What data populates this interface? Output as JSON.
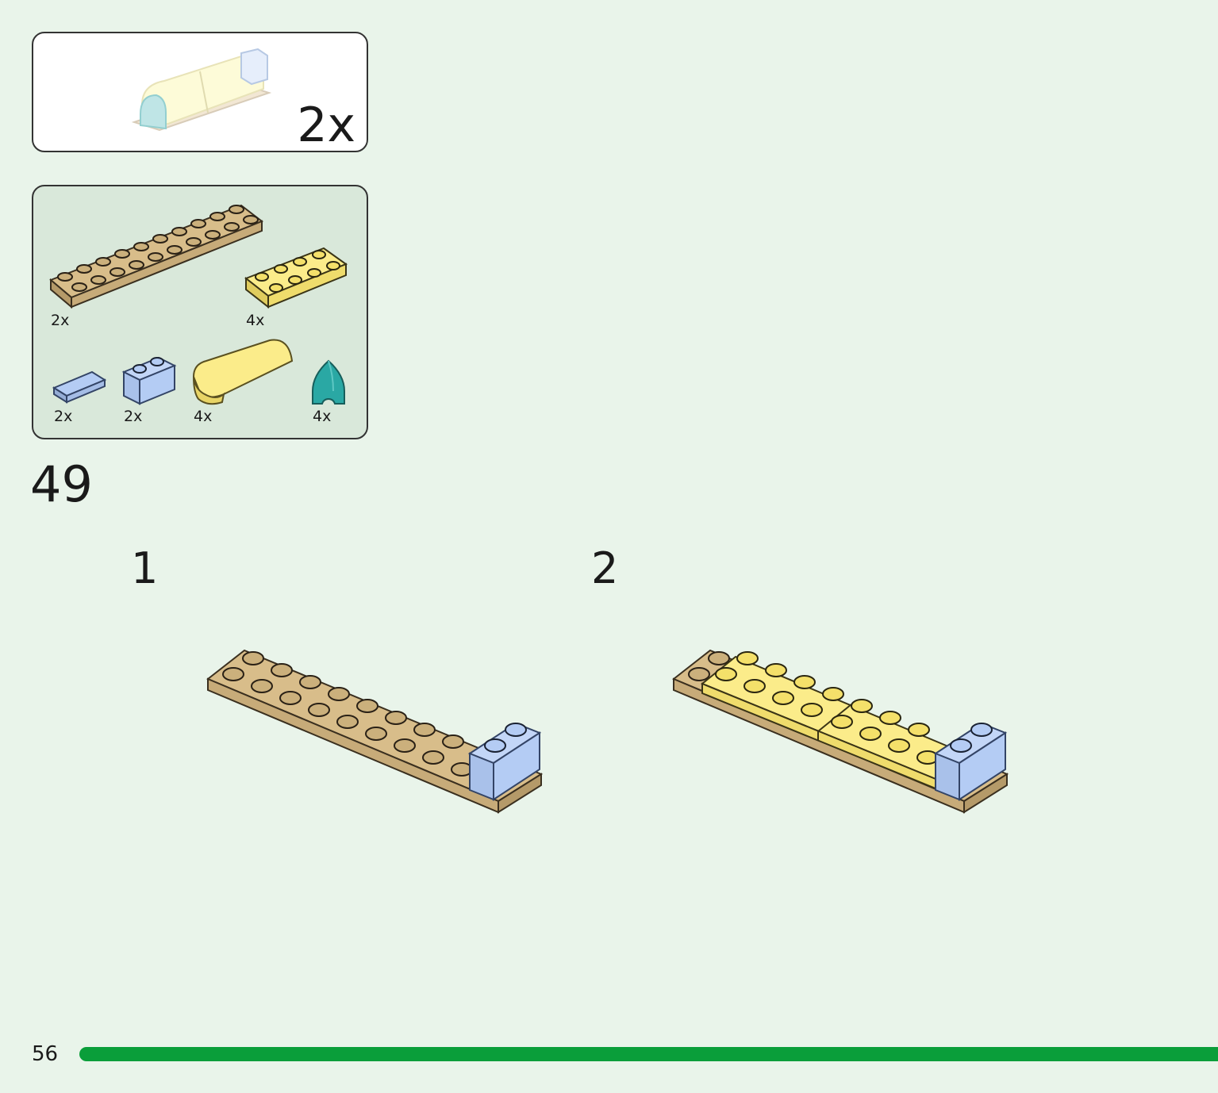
{
  "subassembly": {
    "multiplier": "2x"
  },
  "parts": [
    {
      "name": "tan-plate-2x10",
      "count": "2x"
    },
    {
      "name": "yellow-plate-2x4",
      "count": "4x"
    },
    {
      "name": "blue-tile-1x2",
      "count": "2x"
    },
    {
      "name": "blue-brick-1x2",
      "count": "2x"
    },
    {
      "name": "yellow-curved-slope",
      "count": "4x"
    },
    {
      "name": "teal-cone",
      "count": "4x"
    }
  ],
  "step_number": "49",
  "substeps": [
    {
      "number": "1"
    },
    {
      "number": "2"
    }
  ],
  "colors": {
    "background": "#e9f4ea",
    "tan": "#d8bd8a",
    "yellow": "#fbec8a",
    "light_blue": "#b4ccf4",
    "teal": "#2aa8a4",
    "progress_bar": "#0a9e3a"
  },
  "page_number": "56"
}
